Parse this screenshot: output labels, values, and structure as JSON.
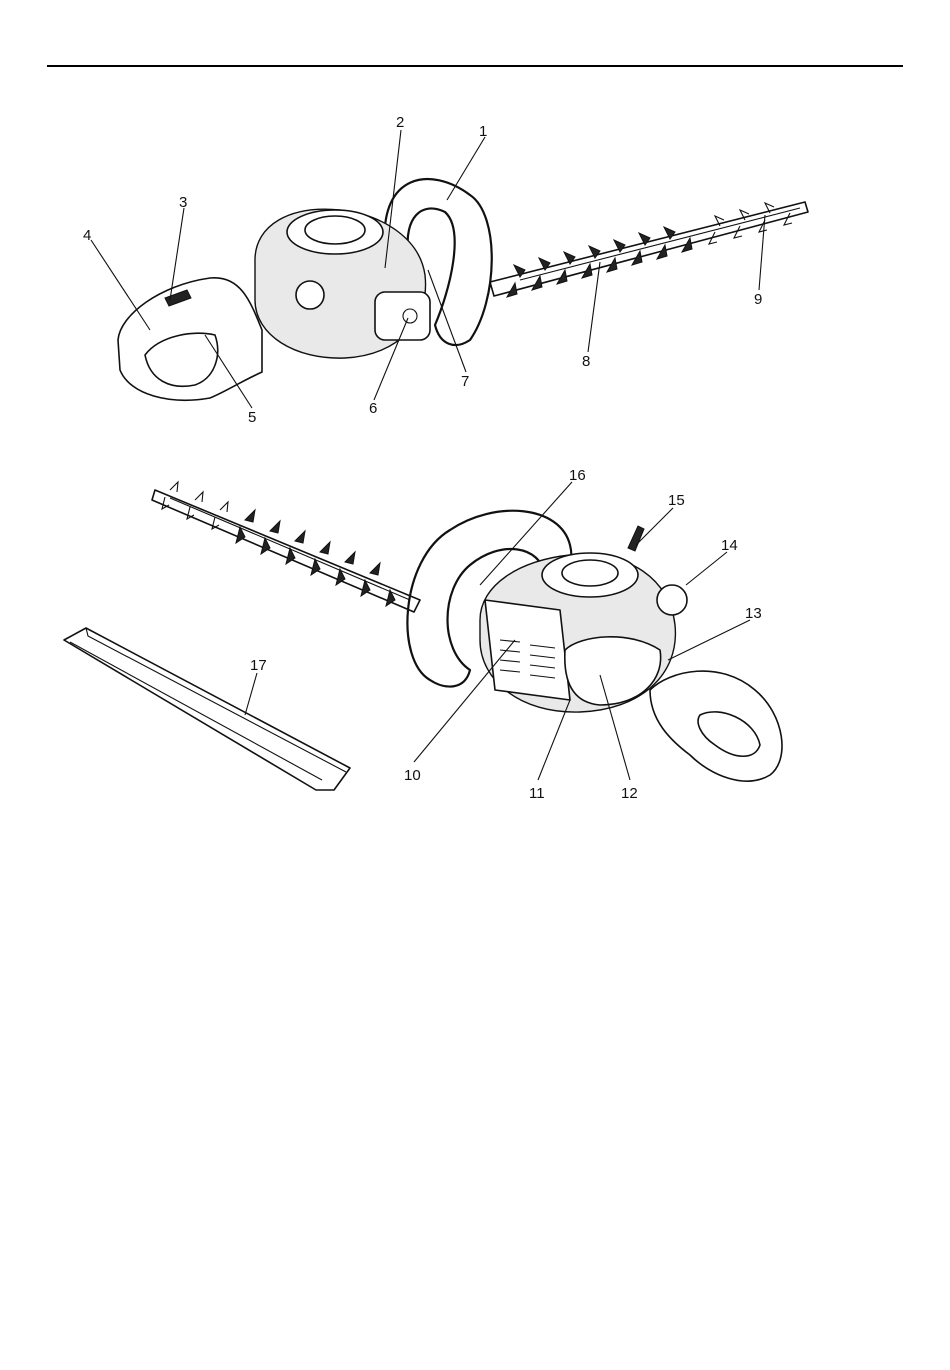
{
  "diagram": {
    "top_view_callouts": [
      "1",
      "2",
      "3",
      "4",
      "5",
      "6",
      "7",
      "8",
      "9"
    ],
    "bottom_view_callouts": [
      "10",
      "11",
      "12",
      "13",
      "14",
      "15",
      "16",
      "17"
    ]
  }
}
